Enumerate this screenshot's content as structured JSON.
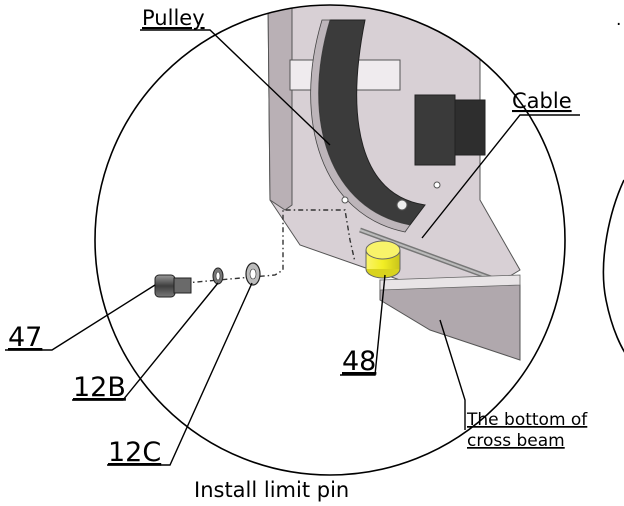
{
  "labels": {
    "pulley": "Pulley",
    "cable": "Cable",
    "part_47": "47",
    "part_48": "48",
    "part_12b": "12B",
    "part_12c": "12C",
    "bottom_line1": "The bottom of",
    "bottom_line2": "cross beam"
  },
  "caption": "Install limit pin",
  "colors": {
    "frame": "#cfc7cc",
    "frame_dark": "#8d8489",
    "pulley_dark": "#3b3b3b",
    "pin_yellow": "#f2ee24"
  }
}
